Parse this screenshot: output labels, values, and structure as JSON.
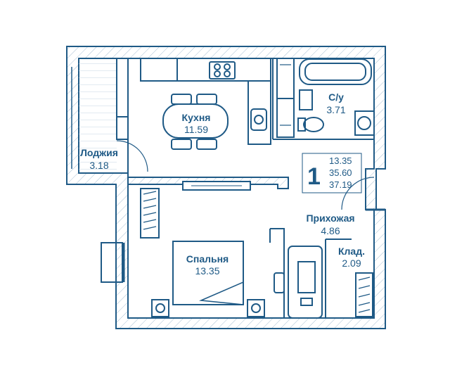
{
  "colors": {
    "line": "#1f5a86",
    "hatch": "#9bb6cc",
    "fill": "#ffffff"
  },
  "rooms": {
    "kitchen": {
      "name": "Кухня",
      "area": "11.59"
    },
    "bathroom": {
      "name": "С/у",
      "area": "3.71"
    },
    "loggia": {
      "name": "Лоджия",
      "area": "3.18"
    },
    "hallway": {
      "name": "Прихожая",
      "area": "4.86"
    },
    "storage": {
      "name": "Клад.",
      "area": "2.09"
    },
    "bedroom": {
      "name": "Спальня",
      "area": "13.35"
    }
  },
  "summary": {
    "rooms_count": "1",
    "living_area": "13.35",
    "total_area": "35.60",
    "total_with_loggia": "37.19"
  }
}
